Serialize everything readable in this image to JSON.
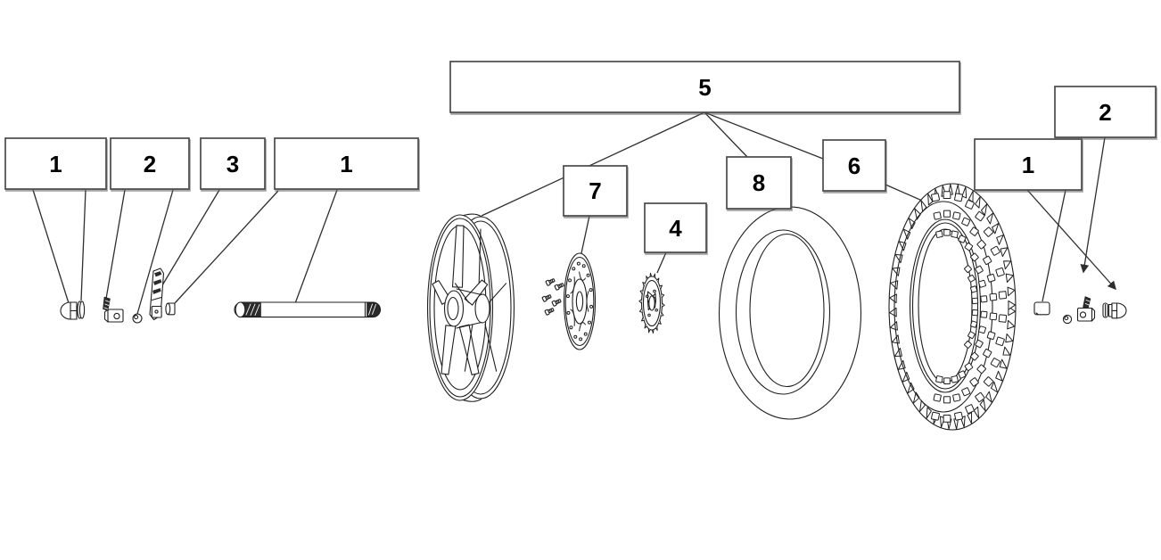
{
  "diagram": {
    "kind": "exploded-parts-diagram",
    "subject": "front-wheel-assembly"
  },
  "colors": {
    "background": "#ffffff",
    "line": "#1f1f1f",
    "leader_line": "#2e2e2e",
    "box_border": "#4a4a4a",
    "box_fill": "#ffffff",
    "label_text": "#000000"
  },
  "callouts": [
    {
      "name": "callout-left-1",
      "label": "1"
    },
    {
      "name": "callout-left-2",
      "label": "2"
    },
    {
      "name": "callout-left-3",
      "label": "3"
    },
    {
      "name": "callout-axle-1",
      "label": "1"
    },
    {
      "name": "callout-wheel-5",
      "label": "5"
    },
    {
      "name": "callout-disc-7",
      "label": "7"
    },
    {
      "name": "callout-sprocket-4",
      "label": "4"
    },
    {
      "name": "callout-tube-8",
      "label": "8"
    },
    {
      "name": "callout-tire-6",
      "label": "6"
    },
    {
      "name": "callout-right-1",
      "label": "1"
    },
    {
      "name": "callout-right-2",
      "label": "2"
    }
  ],
  "parts": [
    {
      "name": "dome-nut-left",
      "callout": "1"
    },
    {
      "name": "washer-left",
      "callout": "1"
    },
    {
      "name": "bracket-left",
      "callout": "2"
    },
    {
      "name": "collar-left",
      "callout": "2"
    },
    {
      "name": "adjuster-plate-left",
      "callout": "3"
    },
    {
      "name": "spacer-left",
      "callout": "1"
    },
    {
      "name": "axle",
      "callout": "1"
    },
    {
      "name": "wheel-rim",
      "callout": "5"
    },
    {
      "name": "disc-bolts",
      "callout": "7"
    },
    {
      "name": "brake-disc",
      "callout": "7"
    },
    {
      "name": "sprocket",
      "callout": "4"
    },
    {
      "name": "inner-tube",
      "callout": "8"
    },
    {
      "name": "tire",
      "callout": "6"
    },
    {
      "name": "block-right",
      "callout": "1"
    },
    {
      "name": "collar-right",
      "callout": "2"
    },
    {
      "name": "bracket-right",
      "callout": "2"
    },
    {
      "name": "washer-right",
      "callout": "1"
    },
    {
      "name": "dome-nut-right",
      "callout": "1"
    }
  ]
}
